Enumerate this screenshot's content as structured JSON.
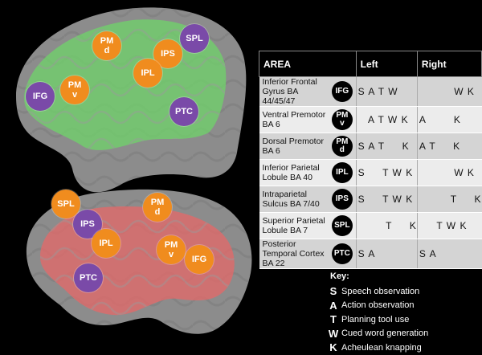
{
  "diagram": {
    "top_brain_rois": [
      {
        "id": "pmd",
        "line1": "PM",
        "line2": "d",
        "color": "orange"
      },
      {
        "id": "spl",
        "line1": "SPL",
        "line2": "",
        "color": "purple"
      },
      {
        "id": "ips",
        "line1": "IPS",
        "line2": "",
        "color": "orange"
      },
      {
        "id": "ipl",
        "line1": "IPL",
        "line2": "",
        "color": "orange"
      },
      {
        "id": "pmv",
        "line1": "PM",
        "line2": "v",
        "color": "orange"
      },
      {
        "id": "ifg",
        "line1": "IFG",
        "line2": "",
        "color": "purple"
      },
      {
        "id": "ptc",
        "line1": "PTC",
        "line2": "",
        "color": "purple"
      }
    ],
    "bottom_brain_rois": [
      {
        "id": "spl",
        "line1": "SPL",
        "line2": "",
        "color": "orange"
      },
      {
        "id": "pmd",
        "line1": "PM",
        "line2": "d",
        "color": "orange"
      },
      {
        "id": "ips",
        "line1": "IPS",
        "line2": "",
        "color": "purple"
      },
      {
        "id": "ipl",
        "line1": "IPL",
        "line2": "",
        "color": "orange"
      },
      {
        "id": "pmv",
        "line1": "PM",
        "line2": "v",
        "color": "orange"
      },
      {
        "id": "ifg",
        "line1": "IFG",
        "line2": "",
        "color": "orange"
      },
      {
        "id": "ptc",
        "line1": "PTC",
        "line2": "",
        "color": "purple"
      }
    ]
  },
  "table": {
    "headers": {
      "area": "AREA",
      "left": "Left",
      "right": "Right"
    },
    "rows": [
      {
        "name": "Inferior Frontal Gyrus BA 44/45/47",
        "badge1": "IFG",
        "badge2": "",
        "left": "S A T W",
        "right": "          W K"
      },
      {
        "name": "Ventral Premotor BA 6",
        "badge1": "PM",
        "badge2": "v",
        "left": "   A T W K",
        "right": "A        K"
      },
      {
        "name": "Dorsal Premotor BA 6",
        "badge1": "PM",
        "badge2": "d",
        "left": "S A T     K",
        "right": "A T     K"
      },
      {
        "name": "Inferior Parietal Lobule BA 40",
        "badge1": "IPL",
        "badge2": "",
        "left": "S     T W K",
        "right": "          W K"
      },
      {
        "name": "Intraparietal Sulcus BA 7/40",
        "badge1": "IPS",
        "badge2": "",
        "left": "S     T W K",
        "right": "         T     K"
      },
      {
        "name": "Superior Parietal Lobule BA 7",
        "badge1": "SPL",
        "badge2": "",
        "left": "        T     K",
        "right": "     T W K"
      },
      {
        "name": "Posterior Temporal Cortex BA 22",
        "badge1": "PTC",
        "badge2": "",
        "left": "S A",
        "right": "S A"
      }
    ]
  },
  "key": {
    "title": "Key:",
    "items": [
      {
        "letter": "S",
        "label": "Speech observation"
      },
      {
        "letter": "A",
        "label": "Action observation"
      },
      {
        "letter": "T",
        "label": "Planning tool use"
      },
      {
        "letter": "W",
        "label": "Cued word generation"
      },
      {
        "letter": "K",
        "label": "Acheulean knapping"
      }
    ]
  }
}
